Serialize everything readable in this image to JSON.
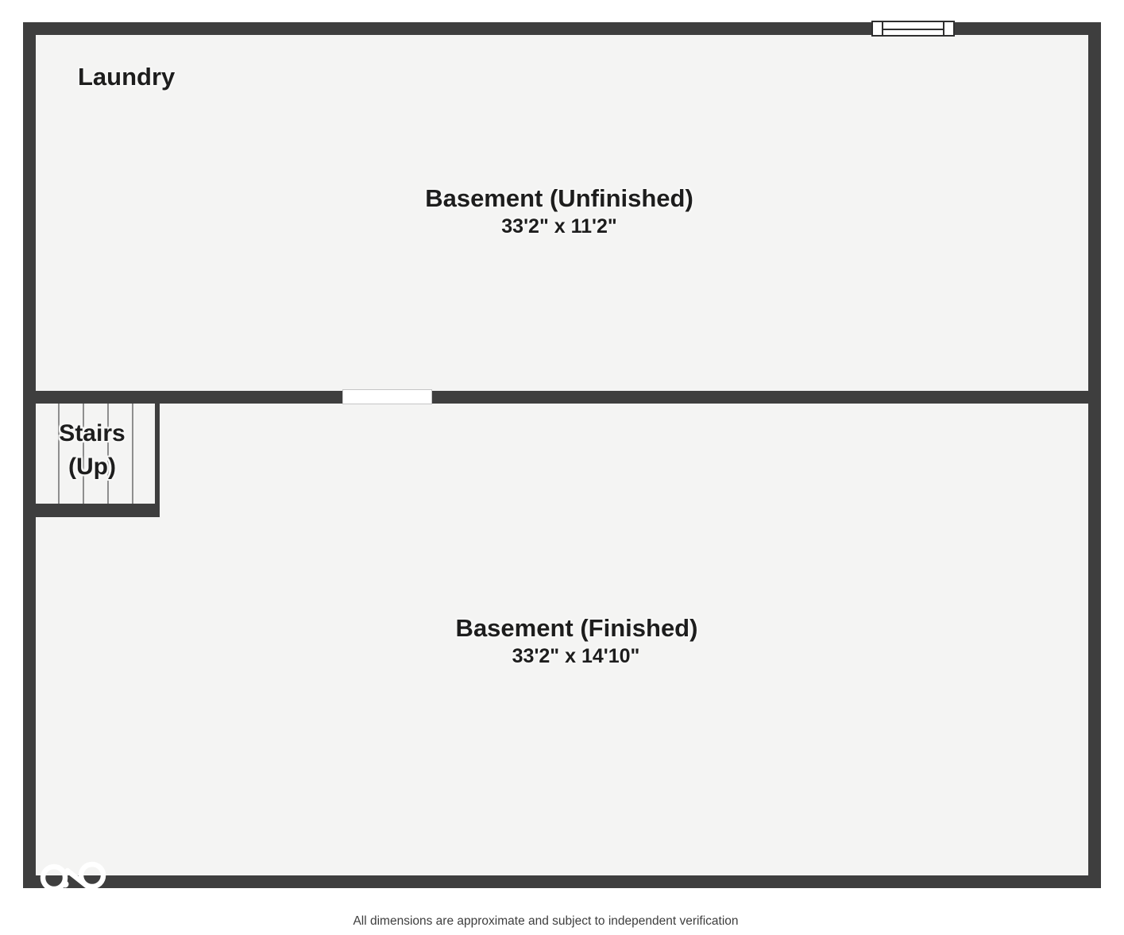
{
  "plan": {
    "type": "floorplan-basement",
    "rooms": {
      "laundry": {
        "label": "Laundry"
      },
      "basement_unfinished": {
        "name": "Basement (Unfinished)",
        "dimensions": "33'2\" x 11'2\""
      },
      "basement_finished": {
        "name": "Basement (Finished)",
        "dimensions": "33'2\" x 14'10\""
      },
      "stairs": {
        "line1": "Stairs",
        "line2": "(Up)"
      }
    },
    "symbols": {
      "window": "window-symbol",
      "door": "door-opening",
      "stairs": "stair-treads",
      "logo": "infinity-logo-icon"
    }
  },
  "footer": {
    "disclaimer": "All dimensions are approximate and subject to independent verification"
  },
  "colors": {
    "wall": "#3e3e3e",
    "floor": "#f4f4f3",
    "page_bg": "#ffffff",
    "text": "#1d1d1d",
    "tread": "#8e8e8e",
    "footer_text": "#3e3e3e"
  }
}
